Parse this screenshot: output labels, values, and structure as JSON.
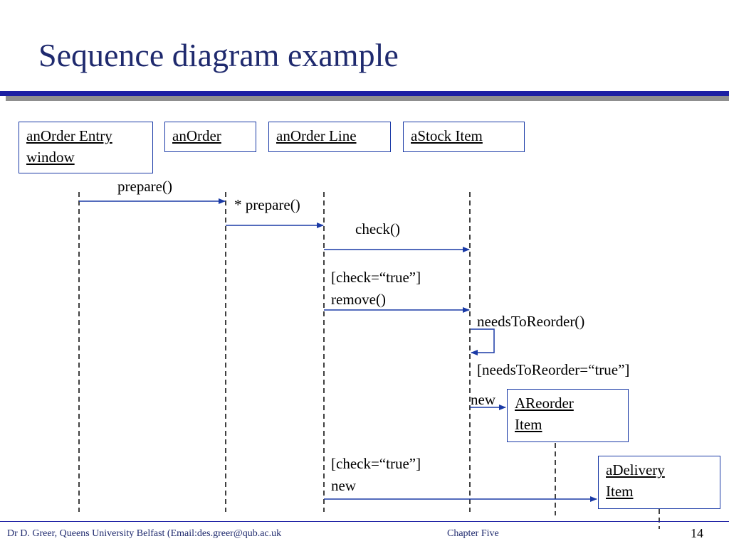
{
  "slide": {
    "title": "Sequence diagram example",
    "footer_left": "Dr D. Greer, Queens University Belfast (Email:des.greer@qub.ac.uk",
    "footer_center": "Chapter Five",
    "page_number": "14"
  },
  "objects": [
    {
      "label": "anOrder Entry window"
    },
    {
      "label": "anOrder"
    },
    {
      "label": "anOrder Line"
    },
    {
      "label": "aStock Item"
    },
    {
      "label": "AReorder Item"
    },
    {
      "label": "aDelivery Item"
    }
  ],
  "messages": [
    {
      "label": "prepare()"
    },
    {
      "label": "* prepare()"
    },
    {
      "label": "check()"
    },
    {
      "label_line1": "[check=“true”]",
      "label_line2": "remove()"
    },
    {
      "label": "needsToReorder()"
    },
    {
      "label": "[needsToReorder=“true”]"
    },
    {
      "label": "new"
    },
    {
      "label_line1": "[check=“true”]",
      "label_line2": "new"
    }
  ],
  "colors": {
    "title": "#1f2a6e",
    "box_border": "#1a3aa6",
    "arrow": "#1a3aa6",
    "rule_primary": "#1c1fa3",
    "rule_shadow": "#8f8f8f"
  }
}
